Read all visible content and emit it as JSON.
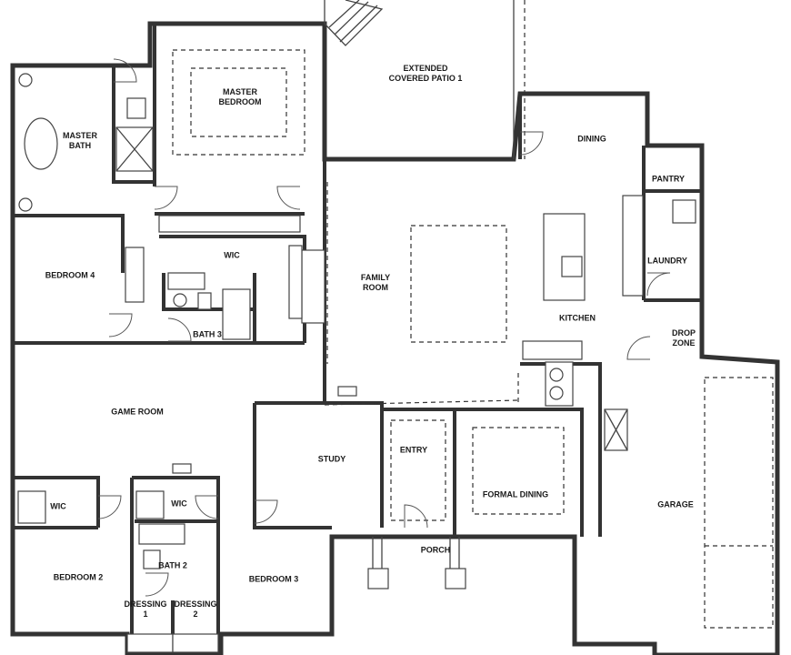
{
  "rooms": {
    "extended_covered_patio": "EXTENDED\nCOVERED PATIO 1",
    "master_bedroom": "MASTER\nBEDROOM",
    "master_bath": "MASTER\nBATH",
    "dining": "DINING",
    "pantry": "PANTRY",
    "wic_master": "WIC",
    "bedroom_4": "BEDROOM 4",
    "family_room": "FAMILY\nROOM",
    "laundry": "LAUNDRY",
    "kitchen": "KITCHEN",
    "bath_3": "BATH 3",
    "drop_zone": "DROP\nZONE",
    "game_room": "GAME ROOM",
    "study": "STUDY",
    "entry": "ENTRY",
    "formal_dining": "FORMAL DINING",
    "garage": "GARAGE",
    "wic_bed2": "WIC",
    "wic_bed3": "WIC",
    "porch": "PORCH",
    "bedroom_2": "BEDROOM 2",
    "bath_2": "BATH 2",
    "bedroom_3": "BEDROOM 3",
    "dressing_1": "DRESSING\n1",
    "dressing_2": "DRESSING\n2"
  },
  "colors": {
    "wall": "#333333",
    "background": "#ffffff",
    "text": "#1a1a1a"
  }
}
